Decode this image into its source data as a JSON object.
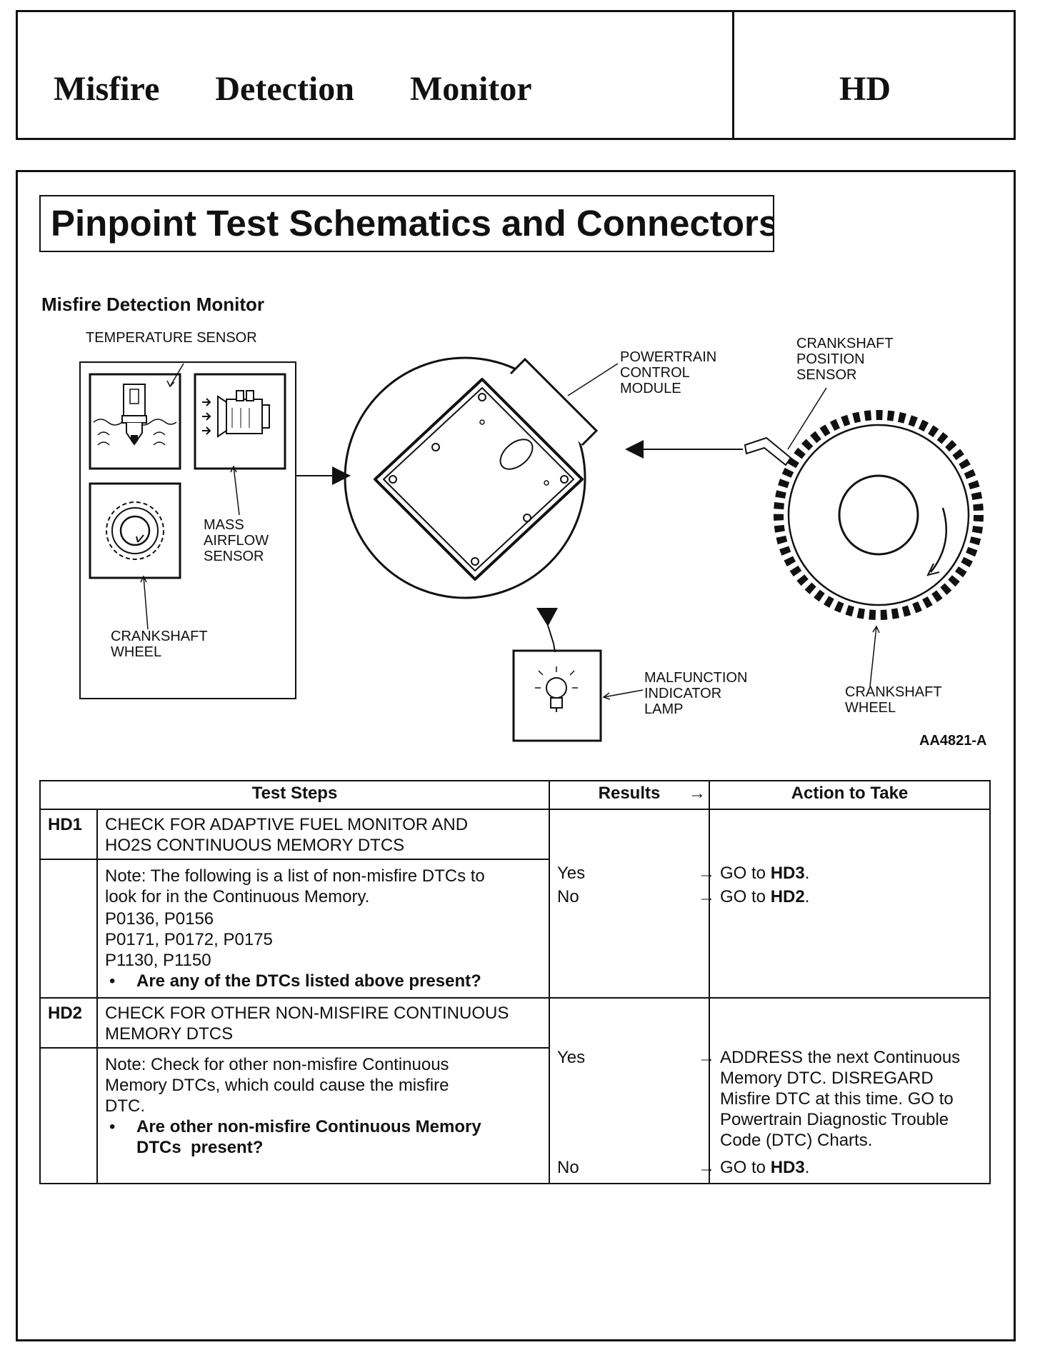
{
  "header": {
    "title": "Misfire   Detection   Monitor",
    "code": "HD"
  },
  "section": {
    "heading": "Pinpoint Test Schematics and Connectors",
    "figure_title": "Misfire Detection Monitor"
  },
  "diagram": {
    "labels": {
      "temperature_sensor": "TEMPERATURE SENSOR",
      "mass_airflow_1": "MASS",
      "mass_airflow_2": "AIRFLOW",
      "mass_airflow_3": "SENSOR",
      "crank_wheel_left_1": "CRANKSHAFT",
      "crank_wheel_left_2": "WHEEL",
      "pcm_1": "POWERTRAIN",
      "pcm_2": "CONTROL",
      "pcm_3": "MODULE",
      "ckp_1": "CRANKSHAFT",
      "ckp_2": "POSITION",
      "ckp_3": "SENSOR",
      "mil_1": "MALFUNCTION",
      "mil_2": "INDICATOR",
      "mil_3": "LAMP",
      "crank_wheel_right_1": "CRANKSHAFT",
      "crank_wheel_right_2": "WHEEL",
      "figure_id": "AA4821-A"
    }
  },
  "table": {
    "headers": {
      "steps": "Test Steps",
      "results": "Results",
      "results_arrow": "→",
      "action": "Action to Take"
    },
    "steps": [
      {
        "code": "HD1",
        "heading_1": "CHECK FOR ADAPTIVE FUEL MONITOR AND",
        "heading_2": "HO2S CONTINUOUS MEMORY DTCS",
        "note_1": "Note: The following is a list of non-misfire DTCs to",
        "note_2": "look for in the Continuous Memory.",
        "list_1": "P0136, P0156",
        "list_2": "P0171, P0172, P0175",
        "list_3": "P1130, P1150",
        "bullet": "•",
        "question": "Are any of the DTCs listed above present?",
        "results": [
          {
            "result": "Yes",
            "arrow": "→",
            "action_prefix": "GO to ",
            "action_target": "HD3",
            "action_suffix": "."
          },
          {
            "result": "No",
            "arrow": "→",
            "action_prefix": "GO to ",
            "action_target": "HD2",
            "action_suffix": "."
          }
        ]
      },
      {
        "code": "HD2",
        "heading_1": "CHECK FOR OTHER NON-MISFIRE CONTINUOUS",
        "heading_2": "MEMORY DTCS",
        "note_1": "Note: Check for other non-misfire Continuous",
        "note_2": "Memory DTCs, which could cause the misfire",
        "note_3": "DTC.",
        "bullet": "•",
        "question_1": "Are other non-misfire Continuous Memory",
        "question_2": "DTCs  present?",
        "results": [
          {
            "result": "Yes",
            "arrow": "→",
            "action_lines": [
              "ADDRESS the next Continuous",
              "Memory DTC. DISREGARD",
              "Misfire DTC at this time. GO to",
              "Powertrain Diagnostic Trouble",
              "Code (DTC) Charts."
            ]
          },
          {
            "result": "No",
            "arrow": "→",
            "action_prefix": "GO to ",
            "action_target": "HD3",
            "action_suffix": "."
          }
        ]
      }
    ]
  }
}
